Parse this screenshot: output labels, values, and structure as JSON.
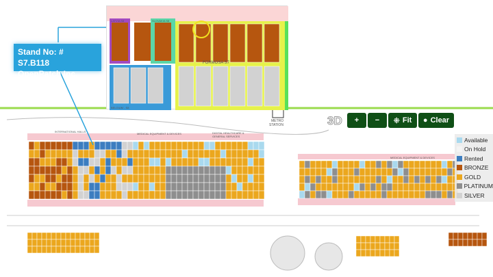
{
  "callout": {
    "stand": "Stand No: # S7.B118",
    "company": "OpenPatch Inc."
  },
  "inset": {
    "pavilion_label": "FORMOSA S7",
    "sub_labels": [
      "LATVIA S8",
      "SLOVAKIA S8",
      "BELGIUM - S8"
    ]
  },
  "map_labels": {
    "metro": "METRO",
    "station": "STATION",
    "international": "INTERNATIONAL HALLS",
    "medical": "MEDICAL EQUIPMENT & DEVICES",
    "digital": "DIGITAL HEALTHCARE & GENERAL SERVICES",
    "medical2": "MEDICAL EQUIPMENT & DEVICES"
  },
  "controls": {
    "view_3d": "3D",
    "zoom_in": "+",
    "zoom_out": "−",
    "fit": "Fit",
    "clear": "Clear",
    "fit_icon": "collapse-icon",
    "clear_icon": "map-pin-icon"
  },
  "legend": [
    {
      "label": "Available",
      "color": "#a9d9ee"
    },
    {
      "label": "On Hold",
      "color": "#f4f4f4"
    },
    {
      "label": "Rented",
      "color": "#3c7dc0"
    },
    {
      "label": "BRONZE",
      "color": "#b6560f"
    },
    {
      "label": "GOLD",
      "color": "#eba71e"
    },
    {
      "label": "PLATINUM",
      "color": "#8e8e8e"
    },
    {
      "label": "SILVER",
      "color": "#d2d2d2"
    }
  ]
}
